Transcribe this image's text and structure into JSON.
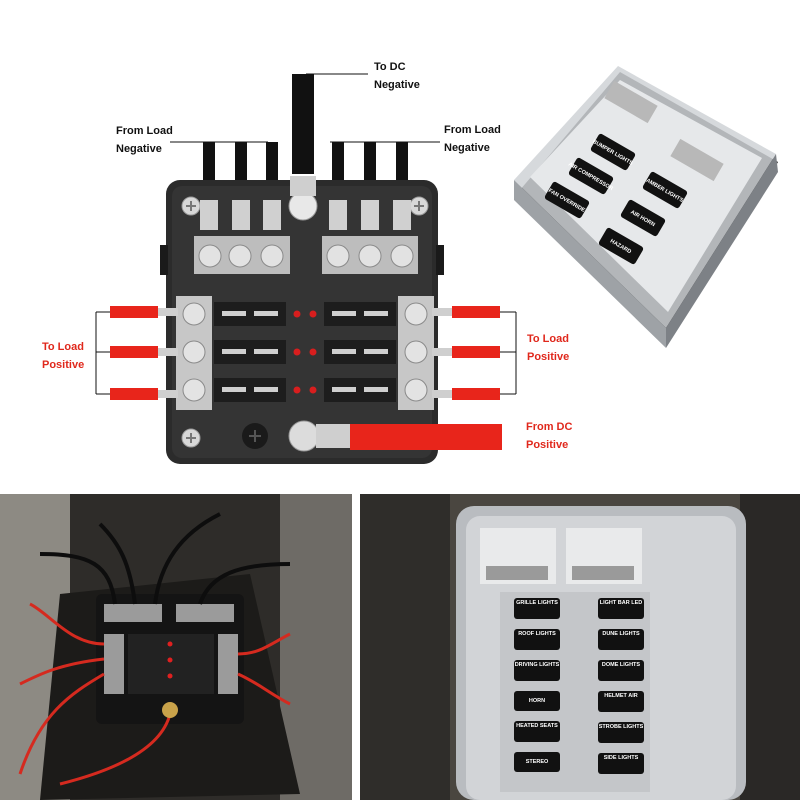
{
  "diagram": {
    "labels": {
      "to_dc_negative": [
        "To DC",
        "Negative"
      ],
      "from_load_negative_left": [
        "From Load",
        "Negative"
      ],
      "from_load_negative_right": [
        "From Load",
        "Negative"
      ],
      "to_load_positive_left": [
        "To Load",
        "Positive"
      ],
      "to_load_positive_right": [
        "To Load",
        "Positive"
      ],
      "from_dc_positive": [
        "From DC",
        "Positive"
      ]
    },
    "colors": {
      "red_wire": "#e8251b",
      "black_wire": "#111111",
      "box_body": "#2b2b2b",
      "terminal": "#cfcfcf",
      "fuse_led": "#d81e1e",
      "label_red": "#e0281c"
    }
  },
  "product_top_right": {
    "buttons": [
      "BUMPER LIGHTS",
      "AIR COMPRESSOR",
      "FAN OVERRIDE",
      "AMBER LIGHTS",
      "AIR HORN",
      "HAZARD"
    ]
  },
  "photo_bottom_right": {
    "left_column": [
      "GRILLE LIGHTS",
      "ROOF LIGHTS",
      "DRIVING LIGHTS",
      "HORN",
      "HEATED SEATS",
      "STEREO"
    ],
    "right_column": [
      "LIGHT BAR LED",
      "DUNE LIGHTS",
      "DOME LIGHTS",
      "HELMET AIR",
      "STROBE LIGHTS",
      "SIDE LIGHTS"
    ]
  }
}
